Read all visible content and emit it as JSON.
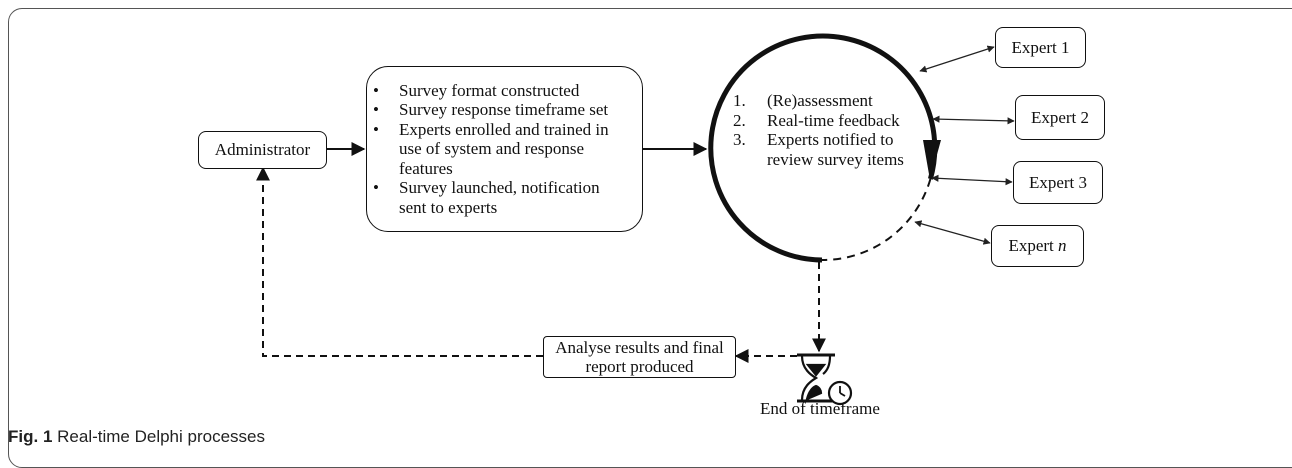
{
  "nodes": {
    "administrator": "Administrator",
    "setup_steps": [
      "Survey format constructed",
      "Survey response timeframe set",
      "Experts enrolled and trained in use of system and response features",
      "Survey launched, notification sent to experts"
    ],
    "cycle_steps": [
      {
        "num": "1.",
        "text": "(Re)assessment"
      },
      {
        "num": "2.",
        "text": "Real-time feedback"
      },
      {
        "num": "3.",
        "text": "Experts notified to review survey items"
      }
    ],
    "experts": [
      {
        "label": "Expert 1",
        "suffix": ""
      },
      {
        "label": "Expert 2",
        "suffix": ""
      },
      {
        "label": "Expert 3",
        "suffix": ""
      },
      {
        "label": "Expert ",
        "suffix": "n"
      }
    ],
    "analyse": "Analyse results and final report produced",
    "timer_label": "End of timeframe",
    "timer_icon": "hourglass-clock-icon"
  },
  "caption": {
    "prefix": "Fig. 1",
    "text": " Real-time Delphi processes"
  }
}
